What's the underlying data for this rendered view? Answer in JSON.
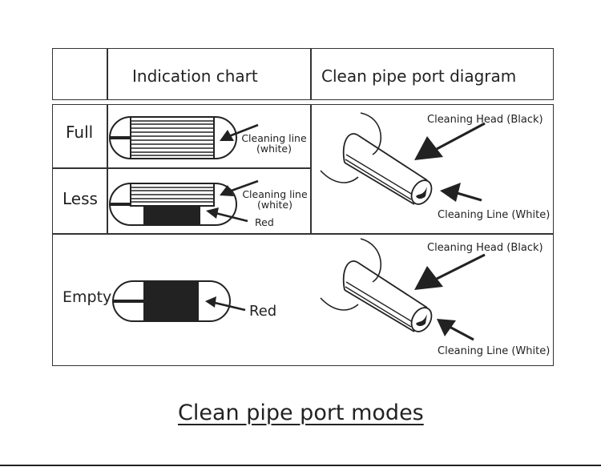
{
  "header": {
    "col_indication": "Indication chart",
    "col_diagram": "Clean pipe port diagram"
  },
  "rows": [
    {
      "label": "Full",
      "annotations": {
        "cleaning_line": "Cleaning line",
        "cleaning_line_sub": "(white)"
      }
    },
    {
      "label": "Less",
      "annotations": {
        "cleaning_line": "Cleaning line",
        "cleaning_line_sub": "(white)",
        "red": "Red"
      }
    },
    {
      "label": "Empty",
      "annotations": {
        "red": "Red"
      }
    }
  ],
  "diagram_labels": {
    "cleaning_head": "Cleaning Head (Black)",
    "cleaning_line": "Cleaning Line (White)"
  },
  "caption": "Clean pipe port modes"
}
